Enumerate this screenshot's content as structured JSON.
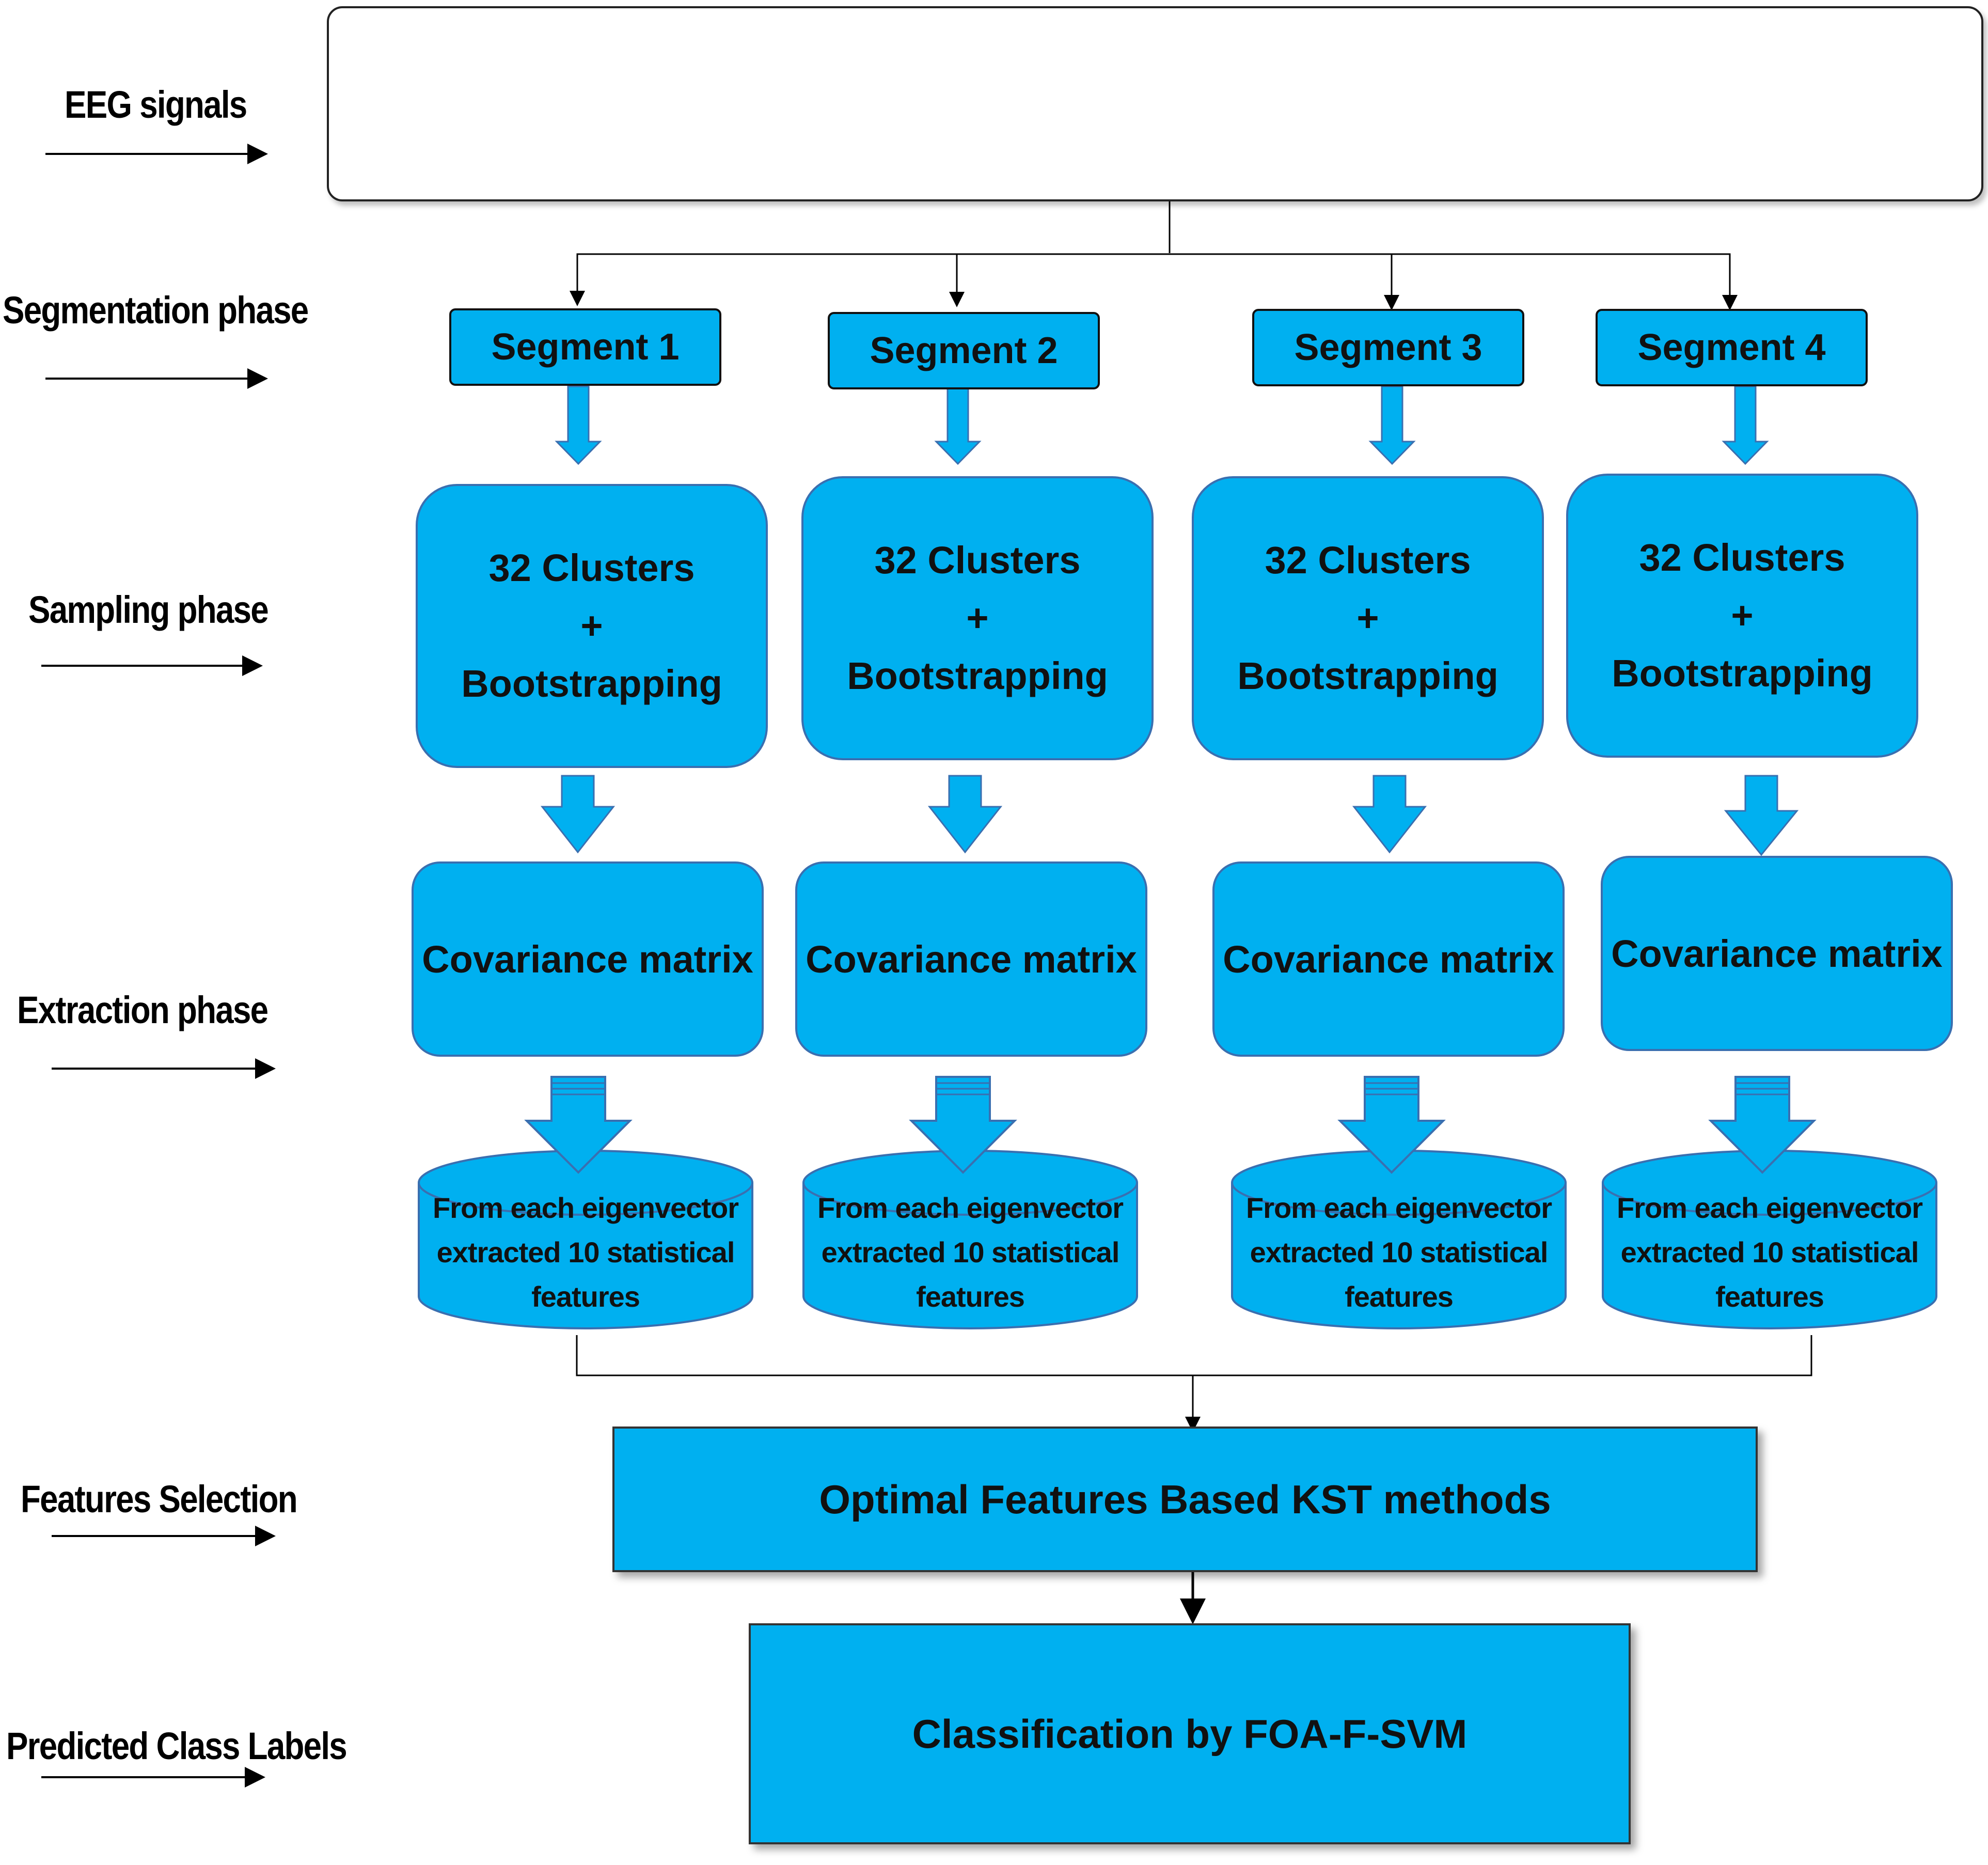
{
  "phases": {
    "eeg": "EEG signals",
    "segmentation": "Segmentation phase",
    "sampling": "Sampling  phase",
    "extraction": "Extraction phase",
    "selection": "Features Selection",
    "predicted": "Predicted Class Labels"
  },
  "segments": [
    {
      "label": "Segment 1",
      "cluster_line1": "32 Clusters",
      "cluster_line2": "+",
      "cluster_line3": "Bootstrapping",
      "covariance": "Covariance matrix",
      "cyl_line1": "From each eigenvector",
      "cyl_line2": "extracted 10 statistical",
      "cyl_line3": "features"
    },
    {
      "label": "Segment 2",
      "cluster_line1": "32 Clusters",
      "cluster_line2": "+",
      "cluster_line3": "Bootstrapping",
      "covariance": "Covariance matrix",
      "cyl_line1": "From each eigenvector",
      "cyl_line2": "extracted 10 statistical",
      "cyl_line3": "features"
    },
    {
      "label": "Segment 3",
      "cluster_line1": "32 Clusters",
      "cluster_line2": "+",
      "cluster_line3": "Bootstrapping",
      "covariance": "Covariance matrix",
      "cyl_line1": "From each eigenvector",
      "cyl_line2": "extracted 10 statistical",
      "cyl_line3": "features"
    },
    {
      "label": "Segment 4",
      "cluster_line1": "32 Clusters",
      "cluster_line2": "+",
      "cluster_line3": "Bootstrapping",
      "covariance": "Covariance matrix",
      "cyl_line1": "From each eigenvector",
      "cyl_line2": "extracted 10 statistical",
      "cyl_line3": "features"
    }
  ],
  "selection_box": "Optimal Features Based KST methods",
  "classification_box": "Classification by FOA-F-SVM",
  "colors": {
    "box_fill": "#00b0f0",
    "box_border": "#3a6fb0",
    "signal_1": "#1a1aff",
    "signal_2": "#e8102a"
  }
}
